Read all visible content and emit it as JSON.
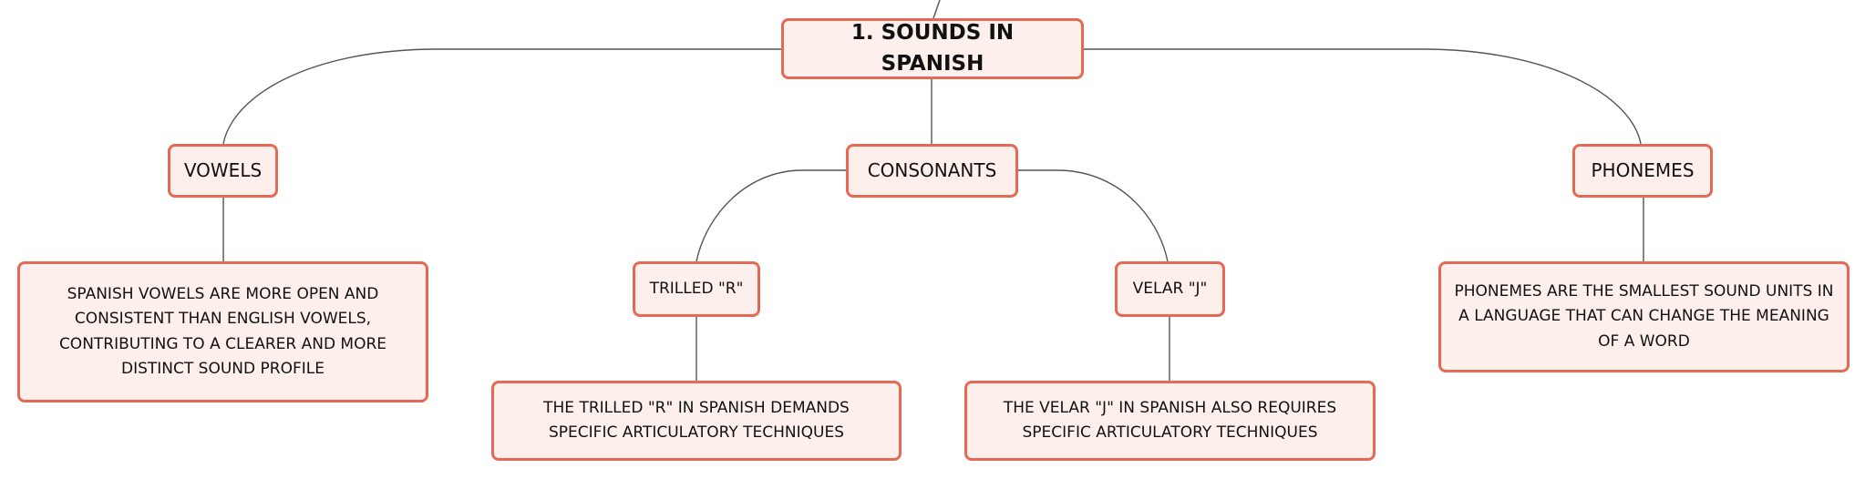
{
  "diagram": {
    "root": {
      "label": "1. SOUNDS IN SPANISH"
    },
    "vowels": {
      "label": "VOWELS",
      "description": "SPANISH VOWELS ARE MORE OPEN AND CONSISTENT THAN ENGLISH VOWELS, CONTRIBUTING TO A CLEARER AND MORE DISTINCT SOUND PROFILE"
    },
    "consonants": {
      "label": "CONSONANTS",
      "trilled_r": {
        "label": "TRILLED \"R\"",
        "description": "THE TRILLED \"R\" IN SPANISH DEMANDS SPECIFIC ARTICULATORY TECHNIQUES"
      },
      "velar_j": {
        "label": "VELAR \"J\"",
        "description": "THE VELAR \"J\" IN SPANISH ALSO REQUIRES SPECIFIC ARTICULATORY TECHNIQUES"
      }
    },
    "phonemes": {
      "label": "PHONEMES",
      "description": "PHONEMES ARE THE SMALLEST SOUND UNITS IN A LANGUAGE THAT CAN CHANGE THE MEANING OF A WORD"
    }
  },
  "colors": {
    "node_border": "#e56a55",
    "node_fill": "#fdf0ec",
    "connector": "#555555",
    "text": "#111111"
  }
}
